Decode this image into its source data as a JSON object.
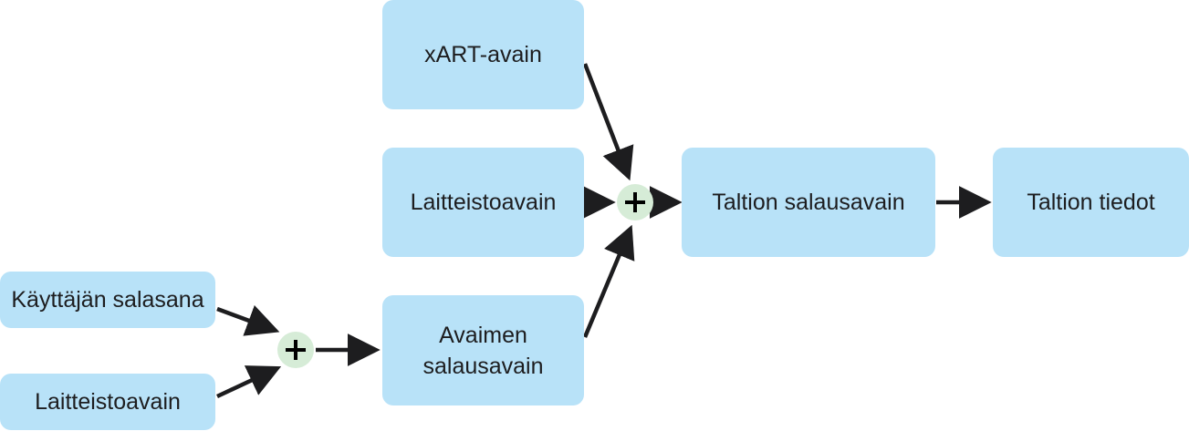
{
  "nodes": {
    "user_password": "Käyttäjän salasana",
    "hardware_key_bottom": "Laitteistoavain",
    "keybag_key_line1": "Avaimen",
    "keybag_key_line2": "salausavain",
    "xart_key": "xART-avain",
    "hardware_key_middle": "Laitteistoavain",
    "volume_key": "Taltion salausavain",
    "volume_data": "Taltion tiedot"
  },
  "colors": {
    "box_fill": "#b8e2f8",
    "plus_fill": "#d6ecd7",
    "arrow": "#1d1d1f"
  }
}
